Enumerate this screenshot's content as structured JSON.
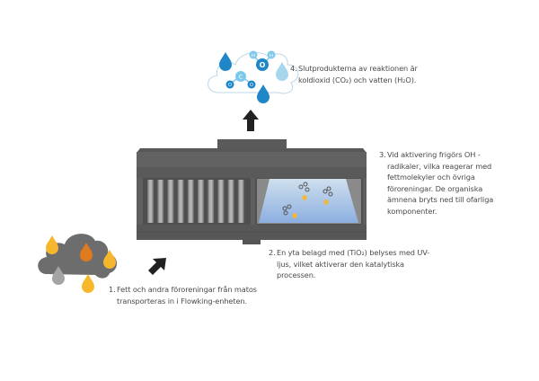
{
  "diagram": {
    "title": "Flowking UV-C / photocatalytic process",
    "colors": {
      "unit_body": "#5f5f5f",
      "unit_dark": "#4f4f4f",
      "unit_light": "#6e6e6e",
      "filter_slat_light": "#a8a8a8",
      "filter_slat_dark": "#6a6a6a",
      "chamber_top": "#c8dcec",
      "chamber_bottom": "#8fb2e0",
      "grease_drop": "#f6b72d",
      "grease_drop_dark": "#e07a1e",
      "smoke_cloud": "#6d6d6d",
      "water_drop": "#1f86c7",
      "molecule_light": "#7dc9ec",
      "arrow": "#222222",
      "text": "#4a4a4a"
    },
    "steps": [
      {
        "number": "1.",
        "text": "Fett och andra föroreningar från matos transporteras in i Flowking-enheten."
      },
      {
        "number": "2.",
        "text": "En yta belagd med (TiO₂) belyses med UV-ljus, vilket aktiverar den katalytiska processen."
      },
      {
        "number": "3.",
        "text": "Vid aktivering frigörs OH - radikaler, vilka reagerar med fettmolekyler och övriga föroreningar. De organiska ämnena bryts ned till ofarliga komponenter."
      },
      {
        "number": "4.",
        "text": "Slutprodukterna av reaktionen är koldioxid (CO₂) och vatten (H₂O)."
      }
    ],
    "molecules": {
      "water": {
        "atoms": [
          "H",
          "O",
          "H"
        ]
      },
      "co2": {
        "atoms": [
          "O",
          "C",
          "O"
        ]
      }
    },
    "icons": {
      "smoke_cloud": "grease-smoke-cloud-icon",
      "clean_cloud": "clean-air-cloud-icon",
      "inlet_arrow": "arrow-up-right-icon",
      "outlet_arrow": "arrow-up-icon"
    }
  }
}
